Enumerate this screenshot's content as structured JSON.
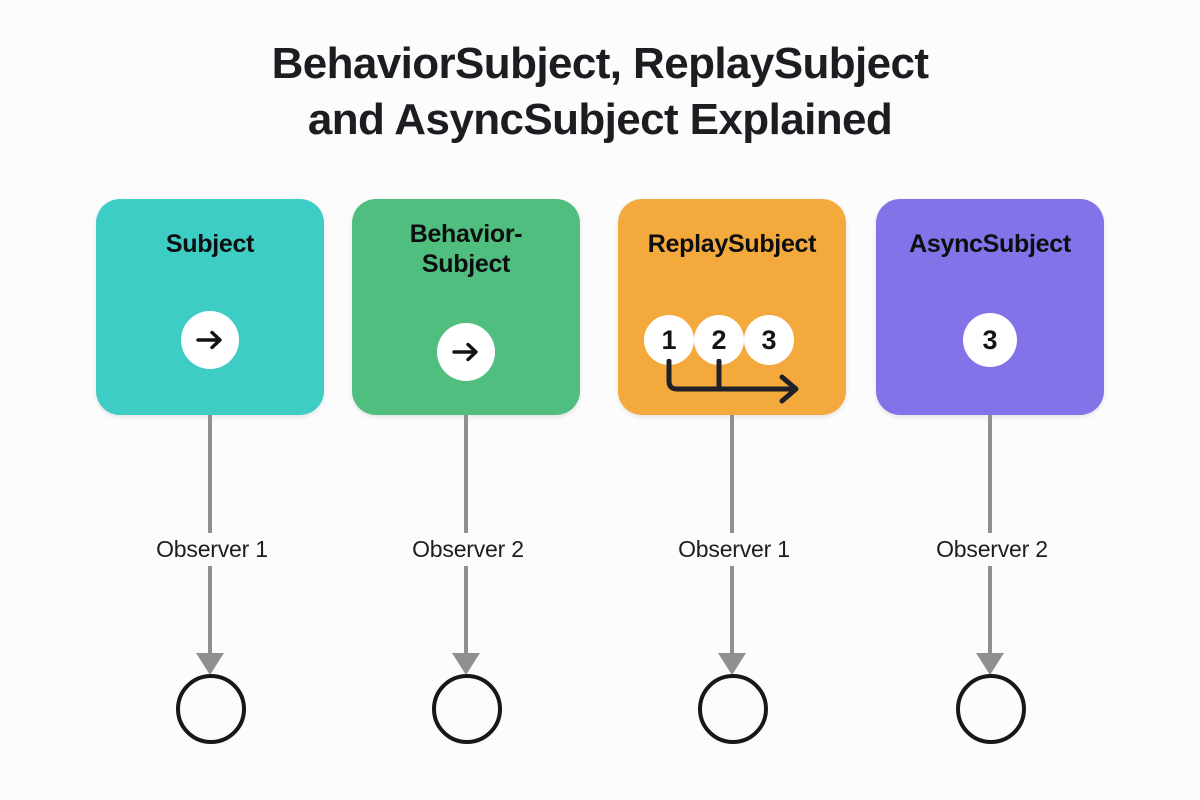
{
  "background_color": "#fcfcfd",
  "title": {
    "line1": "BehaviorSubject, ReplaySubject",
    "line2": "and AsyncSubject Explained"
  },
  "columns": [
    {
      "card": {
        "label": "Subject",
        "color": "#3ecdc5",
        "content_type": "arrow",
        "arrow_icon": "arrow-right-icon"
      },
      "observer": {
        "label": "Observer 1",
        "line_color": "#909090",
        "circle_color": "#17181c"
      }
    },
    {
      "card": {
        "label_line1": "Behavior-",
        "label_line2": "Subject",
        "color": "#4fbe7f",
        "content_type": "arrow",
        "arrow_icon": "arrow-right-icon"
      },
      "observer": {
        "label": "Observer 2",
        "line_color": "#909090",
        "circle_color": "#17181c"
      }
    },
    {
      "card": {
        "label": "ReplaySubject",
        "color": "#f4a93d",
        "content_type": "tokens",
        "tokens": [
          "1",
          "2",
          "3"
        ],
        "connector_icon": "replay-connector-arrow-icon"
      },
      "observer": {
        "label": "Observer 1",
        "line_color": "#909090",
        "circle_color": "#17181c"
      }
    },
    {
      "card": {
        "label": "AsyncSubject",
        "color": "#8273e8",
        "content_type": "token",
        "tokens": [
          "3"
        ]
      },
      "observer": {
        "label": "Observer 2",
        "line_color": "#909090",
        "circle_color": "#17181c"
      }
    }
  ]
}
